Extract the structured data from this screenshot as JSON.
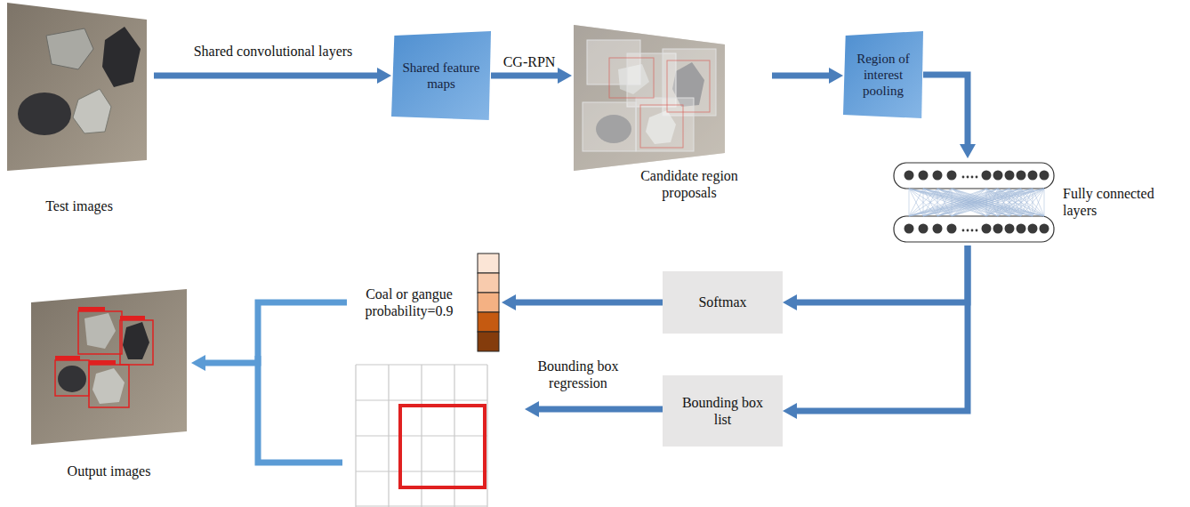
{
  "diagram": {
    "nodes": [
      {
        "text": [
          "Test images"
        ]
      },
      {
        "text": [
          "Shared feature maps"
        ]
      },
      {
        "text": [
          "Candidate region proposals"
        ]
      },
      {
        "text": [
          "Region of interest pooling"
        ]
      },
      {
        "text": [
          "Fully connected layers"
        ]
      },
      {
        "text": [
          "Softmax"
        ]
      },
      {
        "text": [
          "Bounding box list"
        ]
      },
      {
        "text": [
          "Coal or gangue probability=0.9"
        ]
      },
      {
        "text": [
          "Output images"
        ]
      }
    ],
    "edges": [
      {
        "from": 0,
        "to": 1,
        "label": "Shared convolutional layers",
        "arrow": "to"
      },
      {
        "from": 1,
        "to": 2,
        "label": "CG-RPN",
        "arrow": "to"
      },
      {
        "from": 2,
        "to": 3,
        "arrow": "to"
      },
      {
        "from": 3,
        "to": 4,
        "arrow": "to"
      },
      {
        "from": 4,
        "to": 5,
        "arrow": "to"
      },
      {
        "from": 4,
        "to": 6,
        "arrow": "to"
      },
      {
        "from": 5,
        "to": 7,
        "arrow": "to"
      },
      {
        "from": 7,
        "to": 8,
        "arrow": "to"
      }
    ],
    "labels": [
      "Bounding box regression"
    ]
  }
}
